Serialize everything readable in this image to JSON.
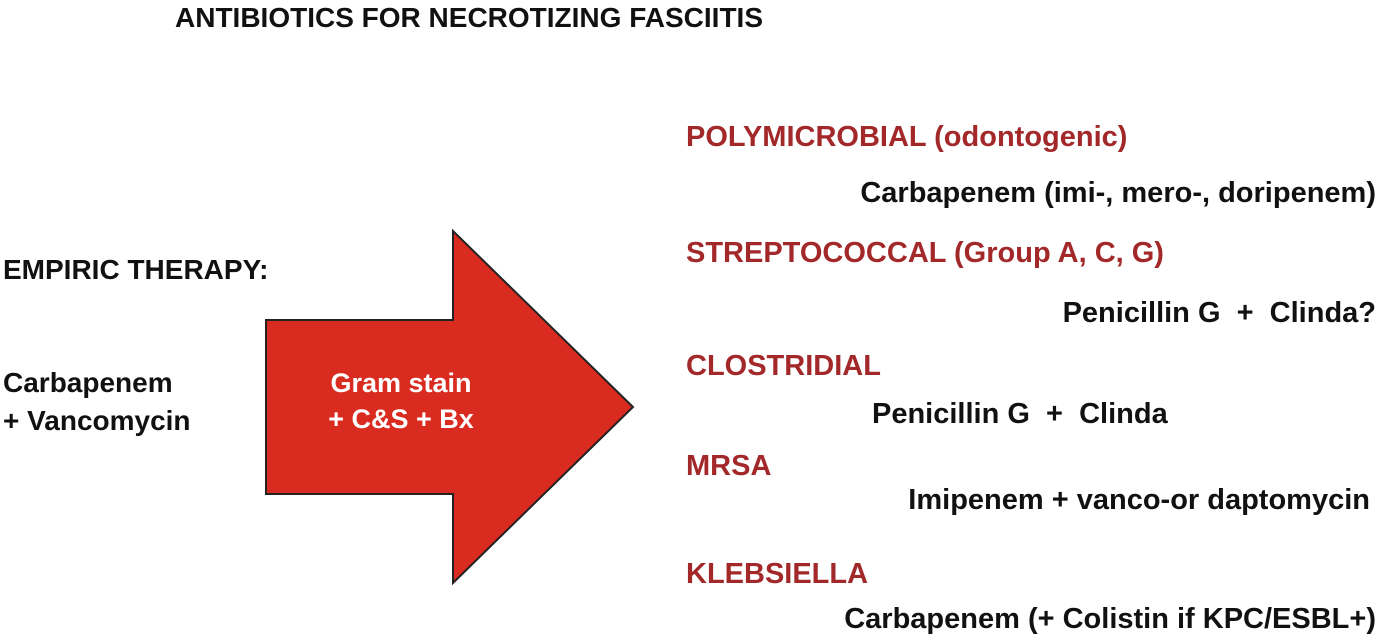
{
  "title": "ANTIBIOTICS FOR NECROTIZING FASCIITIS",
  "empiric": {
    "heading": "EMPIRIC THERAPY:",
    "regimen_line1": "Carbapenem",
    "regimen_line2": "+ Vancomycin"
  },
  "arrow": {
    "line1": "Gram stain",
    "line2": "+ C&S + Bx",
    "fill_color": "#d92b20",
    "stroke_color": "#222222"
  },
  "categories": [
    {
      "label": "POLYMICROBIAL (odontogenic)",
      "regimen": "Carbapenem (imi-, mero-, doripenem)"
    },
    {
      "label": "STREPTOCOCCAL (Group A, C, G)",
      "regimen": "Penicillin G  +  Clinda?"
    },
    {
      "label": "CLOSTRIDIAL",
      "regimen": "Penicillin G  +  Clinda"
    },
    {
      "label": "MRSA",
      "regimen": "Imipenem + vanco-or daptomycin"
    },
    {
      "label": "KLEBSIELLA",
      "regimen": "Carbapenem (+ Colistin if KPC/ESBL+)"
    }
  ],
  "colors": {
    "category_text": "#a3282a",
    "body_text": "#111111"
  }
}
